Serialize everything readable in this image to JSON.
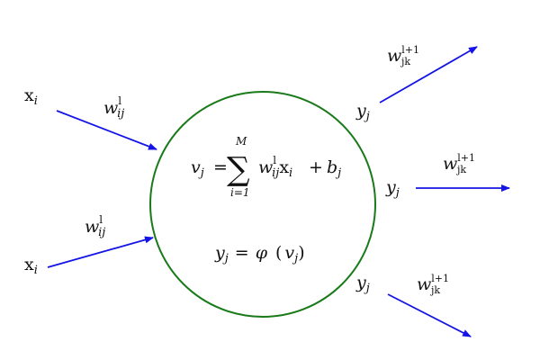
{
  "colors": {
    "arrow": "#1414e6",
    "circle": "#1a7a1a",
    "text": "#111111"
  },
  "inputs": [
    {
      "symbol_base": "x",
      "symbol_sub": "i",
      "weight_base": "w",
      "weight_sub": "ij",
      "weight_sup": "l"
    },
    {
      "symbol_base": "x",
      "symbol_sub": "i",
      "weight_base": "w",
      "weight_sub": "ij",
      "weight_sup": "l"
    }
  ],
  "outputs": [
    {
      "symbol_base": "y",
      "symbol_sub": "j",
      "weight_base": "w",
      "weight_sub": "jk",
      "weight_sup": "l+1"
    },
    {
      "symbol_base": "y",
      "symbol_sub": "j",
      "weight_base": "w",
      "weight_sub": "jk",
      "weight_sup": "l+1"
    },
    {
      "symbol_base": "y",
      "symbol_sub": "j",
      "weight_base": "w",
      "weight_sub": "jk",
      "weight_sup": "l+1"
    }
  ],
  "neuron": {
    "sum_lhs": "v",
    "sum_lhs_sub": "j",
    "equals": "=",
    "sigma": "∑",
    "sum_upper": "M",
    "sum_lower": "i=1",
    "term_w": "w",
    "term_w_sub": "ij",
    "term_w_sup": "l",
    "term_x": "x",
    "term_x_sub": "i",
    "plus": "+",
    "bias": "b",
    "bias_sub": "j",
    "act_lhs": "y",
    "act_lhs_sub": "j",
    "act_func": "φ",
    "act_open": "(",
    "act_arg": "v",
    "act_arg_sub": "j",
    "act_close": ")"
  }
}
